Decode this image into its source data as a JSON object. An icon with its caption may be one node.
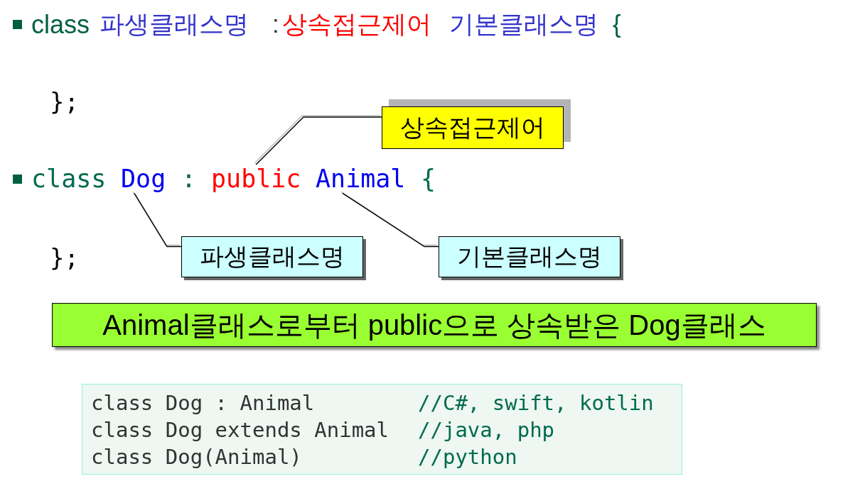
{
  "diagram": {
    "nodes": [
      {
        "text": [
          "상속접근제어"
        ]
      },
      {
        "text": [
          "Dog"
        ]
      },
      {
        "text": [
          "public"
        ]
      },
      {
        "text": [
          "Animal"
        ]
      },
      {
        "text": [
          "파생클래스명"
        ]
      },
      {
        "text": [
          "기본클래스명"
        ]
      },
      {
        "text": [
          "Animal클래스로부터 public으로 상속받은 Dog클래스"
        ]
      },
      {
        "text": [
          "class Dog : Animal",
          "//C#, swift, kotlin",
          "class Dog extends Animal",
          "//java, php",
          "class Dog(Animal)",
          "//python"
        ]
      }
    ],
    "edges": [
      {
        "from": 0,
        "to": 2,
        "arrow": "none"
      },
      {
        "from": 4,
        "to": 1,
        "arrow": "none"
      },
      {
        "from": 5,
        "to": 3,
        "arrow": "none"
      }
    ],
    "labels": [
      "class",
      "파생클래스명",
      ":",
      "상속접근제어",
      "기본클래스명",
      "{",
      "};",
      "class",
      ":",
      "{",
      "};"
    ]
  }
}
